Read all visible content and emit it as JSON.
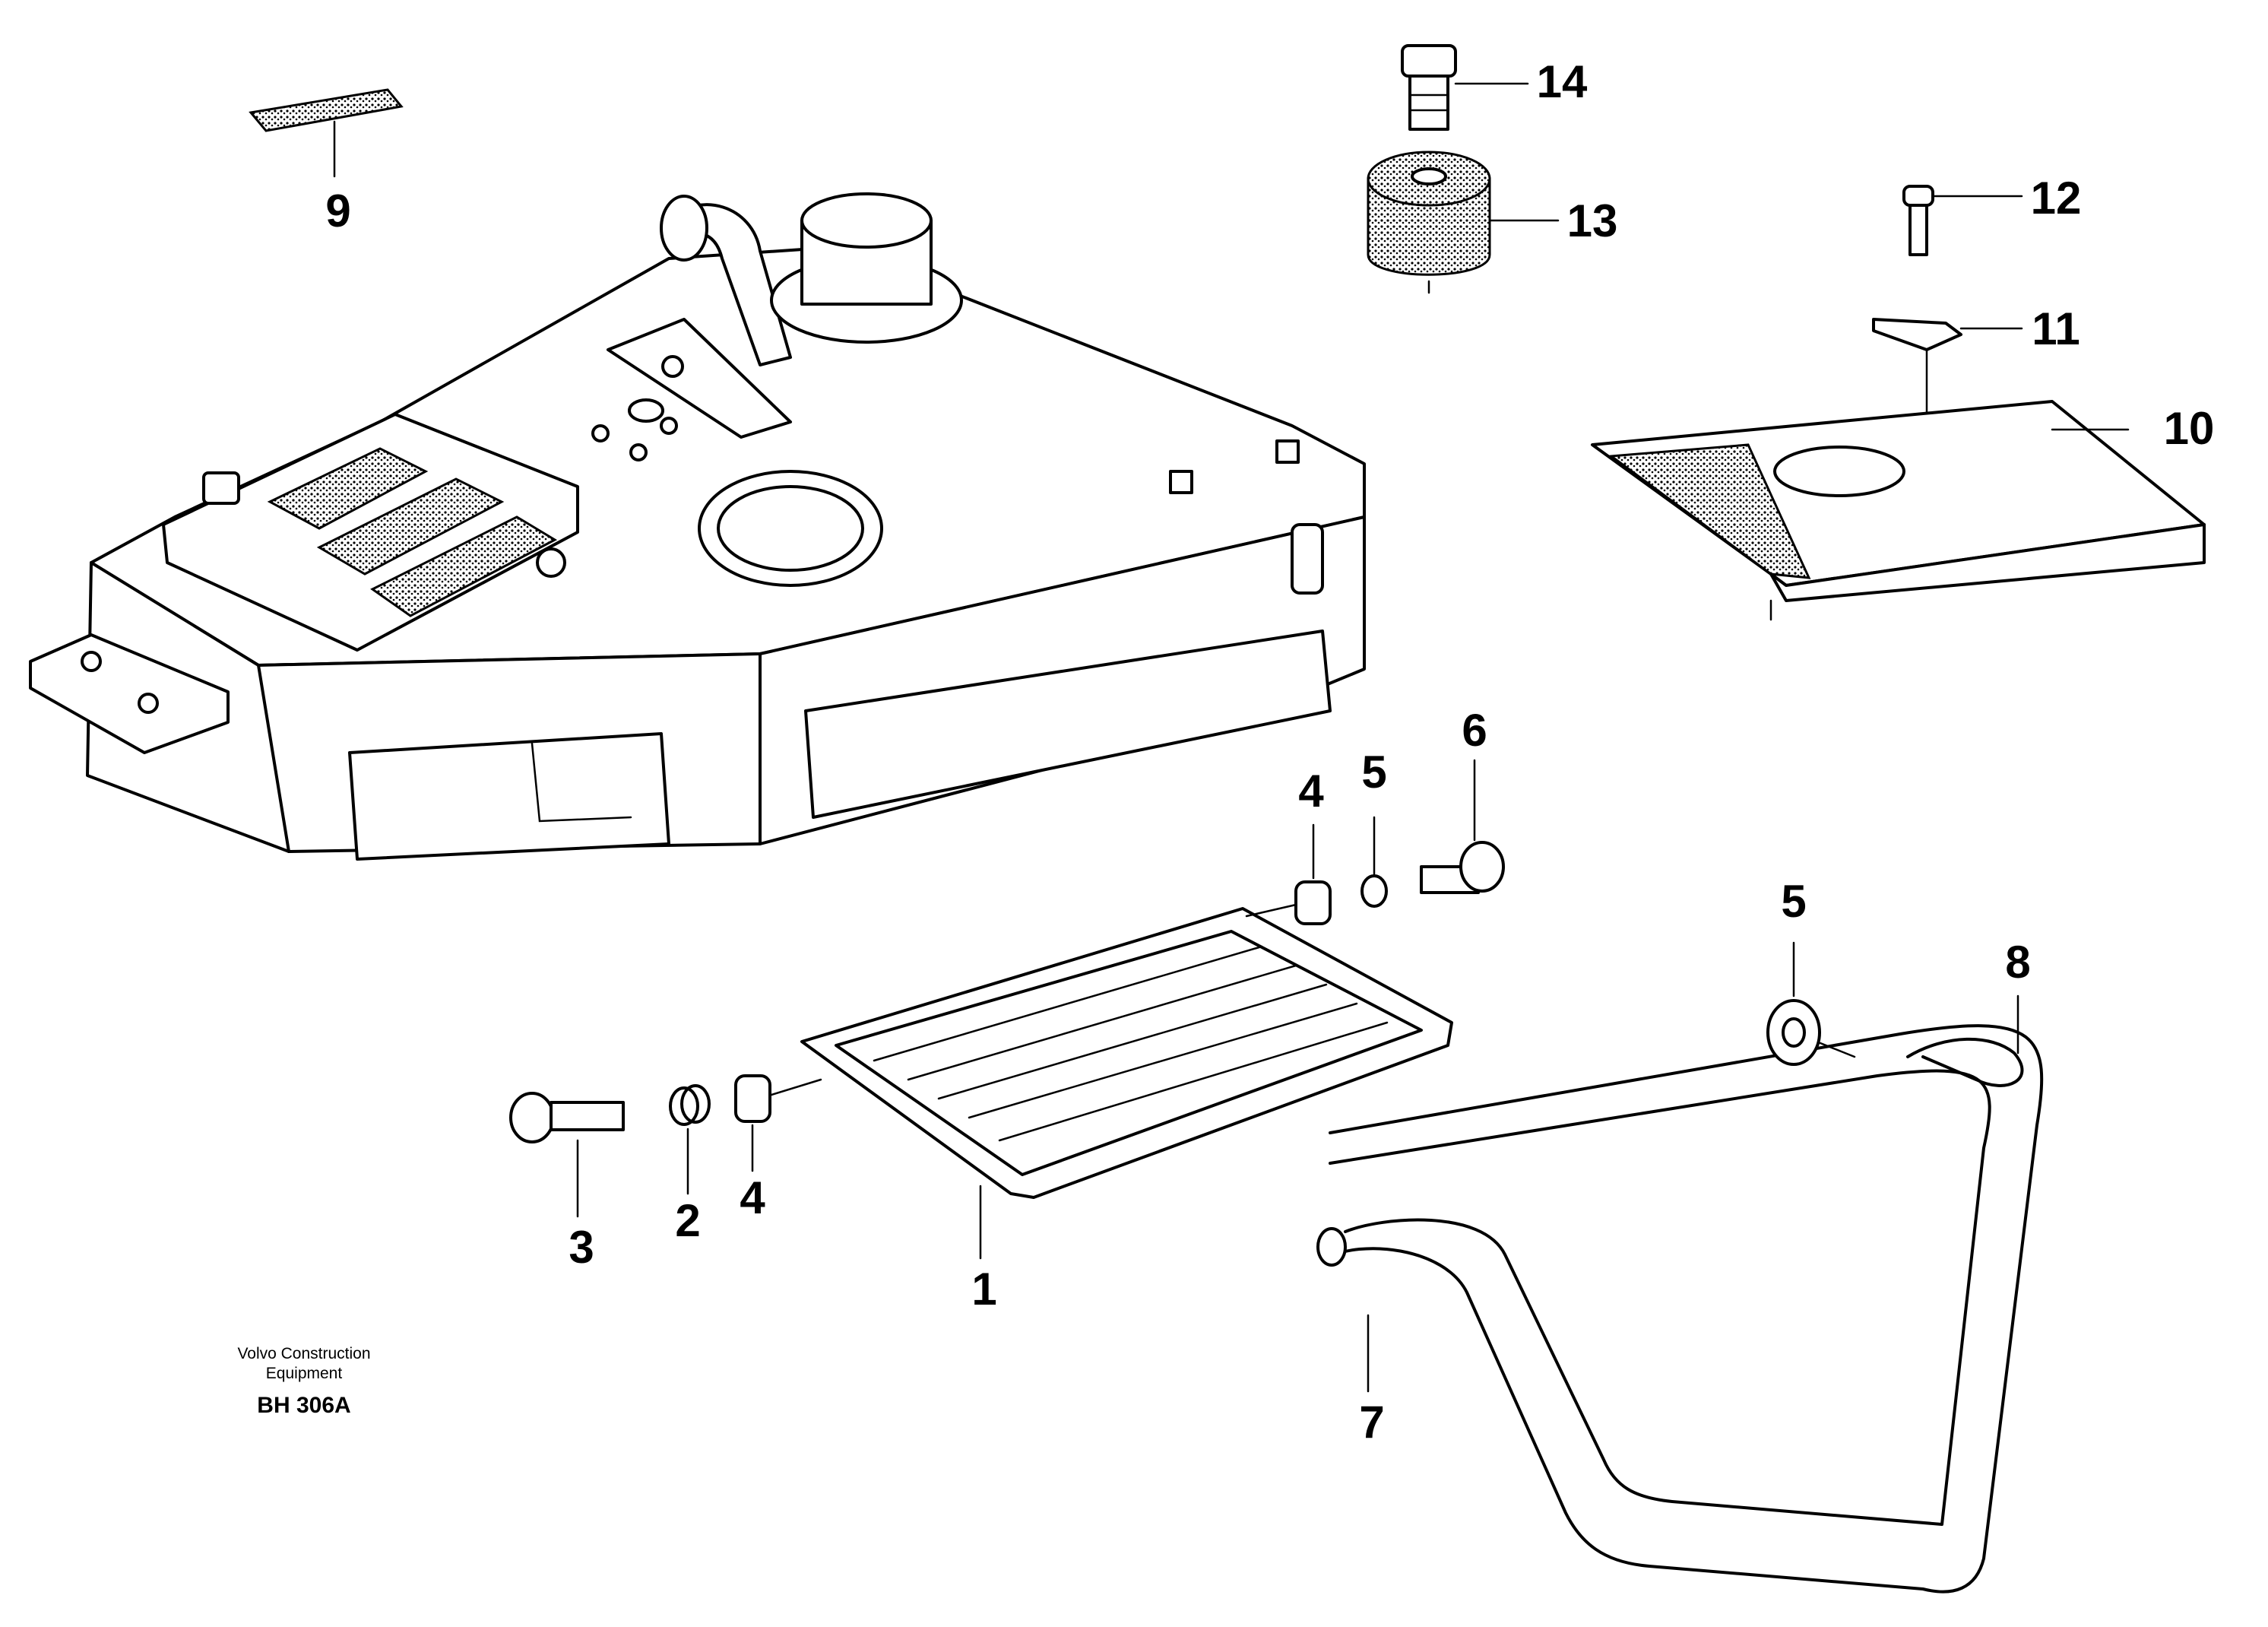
{
  "caption": {
    "company_line1": "Volvo Construction",
    "company_line2": "Equipment",
    "drawing_code": "BH 306A"
  },
  "callouts": [
    {
      "id": "c1",
      "label": "1"
    },
    {
      "id": "c2",
      "label": "2"
    },
    {
      "id": "c3",
      "label": "3"
    },
    {
      "id": "c4a",
      "label": "4"
    },
    {
      "id": "c4b",
      "label": "4"
    },
    {
      "id": "c5a",
      "label": "5"
    },
    {
      "id": "c5b",
      "label": "5"
    },
    {
      "id": "c6",
      "label": "6"
    },
    {
      "id": "c7",
      "label": "7"
    },
    {
      "id": "c8",
      "label": "8"
    },
    {
      "id": "c9",
      "label": "9"
    },
    {
      "id": "c10",
      "label": "10"
    },
    {
      "id": "c11",
      "label": "11"
    },
    {
      "id": "c12",
      "label": "12"
    },
    {
      "id": "c13",
      "label": "13"
    },
    {
      "id": "c14",
      "label": "14"
    }
  ],
  "colors": {
    "ink": "#000000",
    "paper": "#ffffff"
  }
}
